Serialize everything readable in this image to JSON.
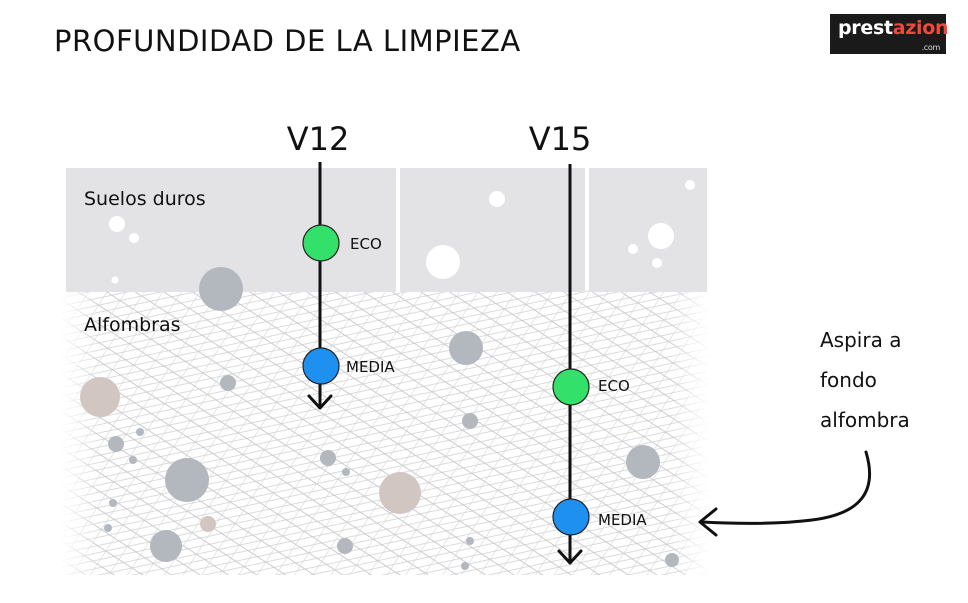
{
  "title": "PROFUNDIDAD DE LA LIMPIEZA",
  "logo": {
    "main_a": "prest",
    "main_b": "azion",
    "sub": ".com",
    "colors": {
      "background": "#1a1a1a",
      "text": "#ffffff",
      "accent": "#f0483a"
    }
  },
  "zones": {
    "hard_floor": "Suelos duros",
    "carpet": "Alfombras"
  },
  "models": [
    {
      "name": "V12",
      "levels": [
        {
          "label": "ECO",
          "color": "#33e06a"
        },
        {
          "label": "MEDIA",
          "color": "#1e90f0"
        }
      ]
    },
    {
      "name": "V15",
      "levels": [
        {
          "label": "ECO",
          "color": "#33e06a"
        },
        {
          "label": "MEDIA",
          "color": "#1e90f0"
        }
      ]
    }
  ],
  "annotation": {
    "line1": "Aspira a",
    "line2": "fondo",
    "line3": "alfombra"
  },
  "colors": {
    "hard_floor": "#e3e3e5",
    "carpet_mesh": "#c7c7cb",
    "dust": "#b3b8be",
    "dust_brown": "#d2c6c2",
    "eco": "#33e06a",
    "media": "#1e90f0"
  }
}
